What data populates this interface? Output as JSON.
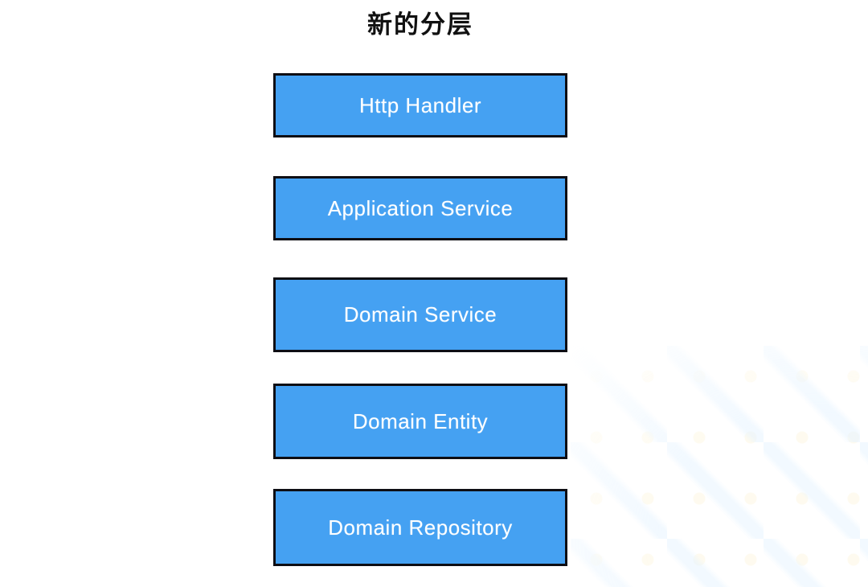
{
  "diagram": {
    "title": "新的分层",
    "layers": [
      {
        "label": "Http Handler"
      },
      {
        "label": "Application Service"
      },
      {
        "label": "Domain Service"
      },
      {
        "label": "Domain Entity"
      },
      {
        "label": "Domain Repository"
      }
    ],
    "colors": {
      "background": "#FFFFFF",
      "box_fill": "#45A1F2",
      "box_border": "#0E0E14",
      "box_text": "#FFFFFF",
      "title_text": "#111111",
      "watermark_cream": "#FDF4D7",
      "watermark_blue": "#CDE8FF"
    }
  }
}
